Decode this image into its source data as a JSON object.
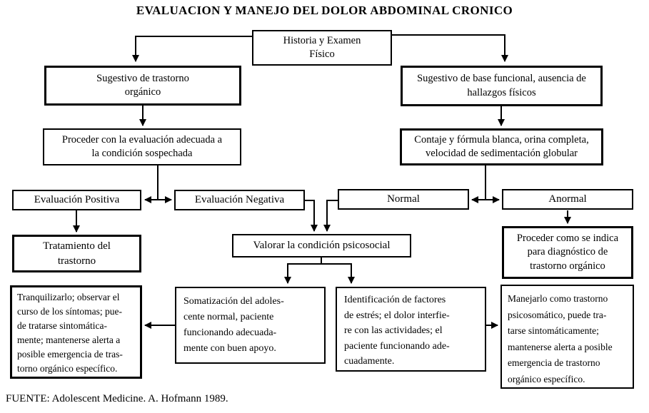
{
  "title": "EVALUACION Y MANEJO DEL DOLOR ABDOMINAL CRONICO",
  "nodes": {
    "historia": "Historia y Examen\nFísico",
    "sugestivo_organico": "Sugestivo de trastorno\norgánico",
    "sugestivo_funcional": "Sugestivo de base funcional, ausencia de\nhallazgos físicos",
    "proceder_evaluacion": "Proceder con la evaluación adecuada a\nla condición sospechada",
    "contaje": "Contaje y fórmula blanca, orina completa,\nvelocidad de sedimentación globular",
    "eval_positiva": "Evaluación Positiva",
    "eval_negativa": "Evaluación Negativa",
    "normal": "Normal",
    "anormal": "Anormal",
    "tratamiento": "Tratamiento del\ntrastorno",
    "valorar": "Valorar la condición psicosocial",
    "proceder_diagnostico": "Proceder como se indica\npara diagnóstico de\ntrastorno orgánico",
    "tranquilizarlo": "Tranquilizarlo; observar el\ncurso de los síntomas; pue-\nde tratarse sintomática-\nmente; mantenerse alerta a\nposible emergencia de tras-\ntorno orgánico específico.",
    "somatizacion": "Somatización del adoles-\ncente normal, paciente\nfuncionando adecuada-\nmente con buen apoyo.",
    "identificacion": "Identificación de factores\nde estrés; el dolor interfie-\nre con las actividades; el\npaciente funcionando ade-\ncuadamente.",
    "manejarlo": "Manejarlo como trastorno\npsicosomático, puede tra-\ntarse sintomáticamente;\nmantenerse alerta a posible\nemergencia de trastorno\norgánico específico."
  },
  "footer": "FUENTE: Adolescent Medicine. A. Hofmann 1989.",
  "colors": {
    "ink": "#000000",
    "paper": "#ffffff"
  }
}
